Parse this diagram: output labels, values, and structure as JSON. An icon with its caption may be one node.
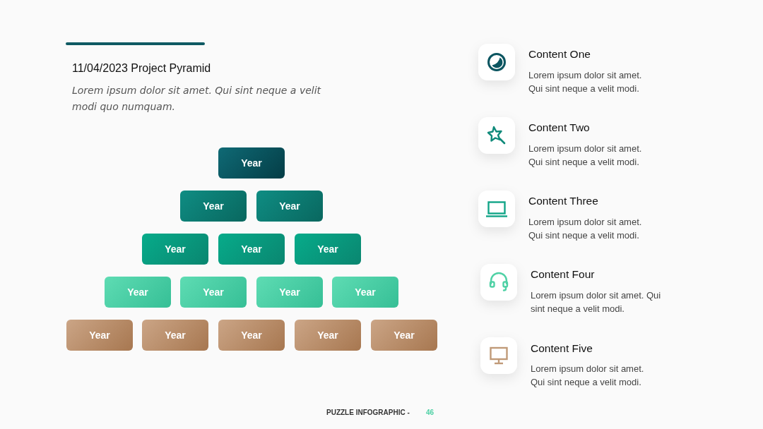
{
  "diagram": {
    "title": "11/04/2023 Project Pyramid",
    "nodes": [
      {
        "text": [
          "Year"
        ]
      },
      {
        "text": [
          "Year"
        ]
      },
      {
        "text": [
          "Year"
        ]
      },
      {
        "text": [
          "Year"
        ]
      },
      {
        "text": [
          "Year"
        ]
      },
      {
        "text": [
          "Year"
        ]
      },
      {
        "text": [
          "Year"
        ]
      },
      {
        "text": [
          "Year"
        ]
      },
      {
        "text": [
          "Year"
        ]
      },
      {
        "text": [
          "Year"
        ]
      },
      {
        "text": [
          "Year"
        ]
      },
      {
        "text": [
          "Year"
        ]
      },
      {
        "text": [
          "Year"
        ]
      },
      {
        "text": [
          "Year"
        ]
      },
      {
        "text": [
          "Year"
        ]
      }
    ],
    "labels": [
      "Lorem ipsum dolor sit amet. Qui sint neque a velit modi quo numquam.",
      "Content One",
      "Lorem ipsum dolor sit amet. Qui sint neque a velit modi.",
      "Content Two",
      "Lorem ipsum dolor sit amet. Qui sint neque a velit modi.",
      "Content Three",
      "Lorem ipsum dolor sit amet. Qui sint neque a velit modi.",
      "Content Four",
      "Lorem ipsum dolor sit amet. Qui sint neque a velit modi.",
      "Content Five",
      "Lorem ipsum dolor sit amet. Qui sint neque a velit modi.",
      "PUZZLE INFOGRAPHIC -",
      "46"
    ]
  }
}
